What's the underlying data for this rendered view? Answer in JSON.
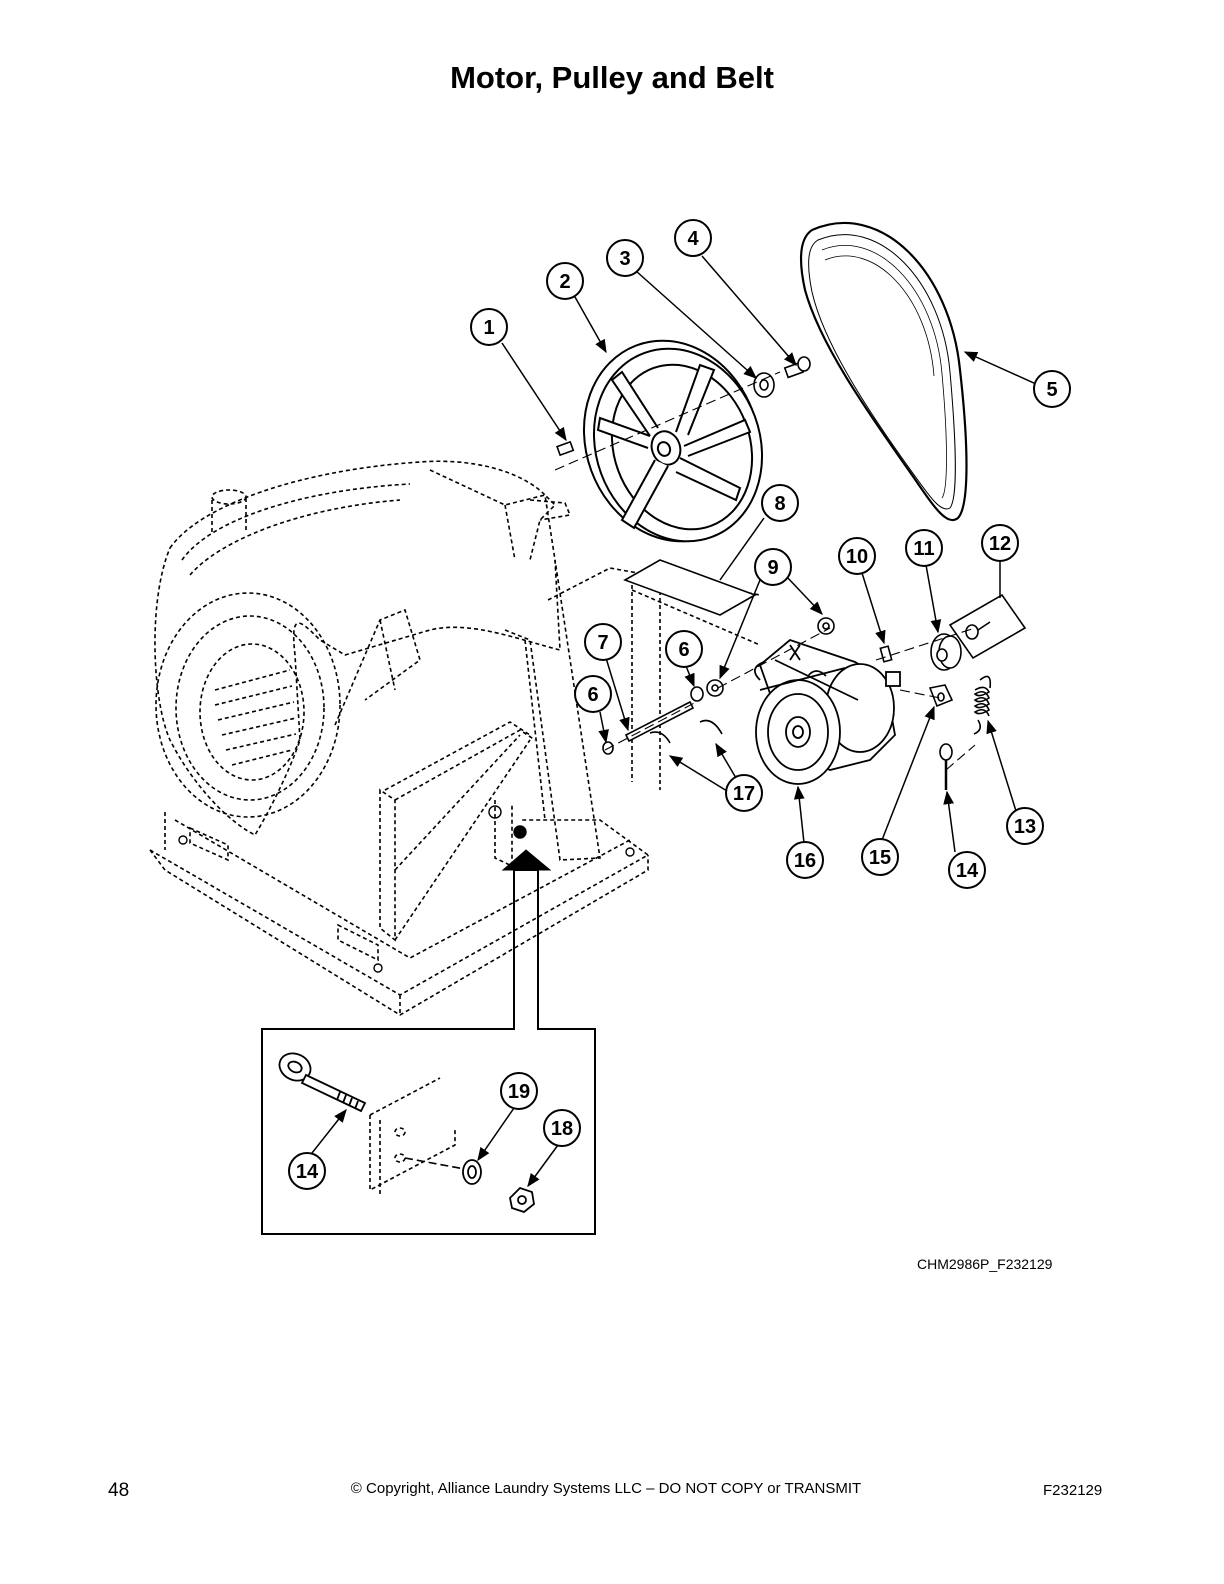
{
  "page": {
    "title": "Motor, Pulley and Belt",
    "figure_code": "CHM2986P_F232129",
    "footer": {
      "page_number": "48",
      "copyright": "© Copyright, Alliance Laundry Systems LLC – DO NOT COPY or TRANSMIT",
      "document_code": "F232129"
    }
  },
  "callouts": [
    {
      "id": "c1",
      "label": "1"
    },
    {
      "id": "c2",
      "label": "2"
    },
    {
      "id": "c3",
      "label": "3"
    },
    {
      "id": "c4",
      "label": "4"
    },
    {
      "id": "c5",
      "label": "5"
    },
    {
      "id": "c6a",
      "label": "6"
    },
    {
      "id": "c6b",
      "label": "6"
    },
    {
      "id": "c7",
      "label": "7"
    },
    {
      "id": "c8",
      "label": "8"
    },
    {
      "id": "c9",
      "label": "9"
    },
    {
      "id": "c10",
      "label": "10"
    },
    {
      "id": "c11",
      "label": "11"
    },
    {
      "id": "c12",
      "label": "12"
    },
    {
      "id": "c13",
      "label": "13"
    },
    {
      "id": "c14a",
      "label": "14"
    },
    {
      "id": "c15",
      "label": "15"
    },
    {
      "id": "c16",
      "label": "16"
    },
    {
      "id": "c17",
      "label": "17"
    },
    {
      "id": "c14b",
      "label": "14"
    },
    {
      "id": "c18",
      "label": "18"
    },
    {
      "id": "c19",
      "label": "19"
    }
  ]
}
